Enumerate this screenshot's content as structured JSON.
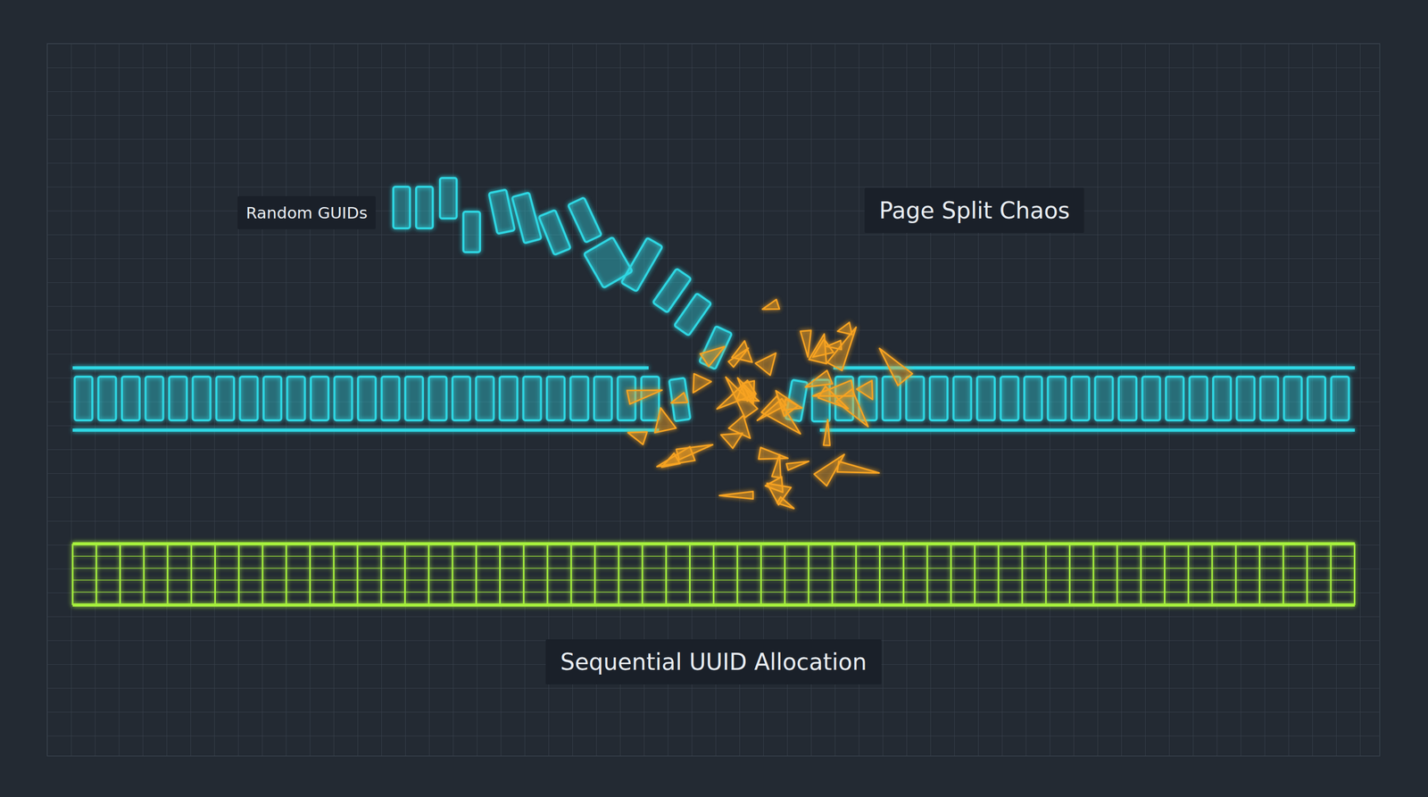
{
  "diagram": {
    "labels": [
      "Random GUIDs",
      "Page Split Chaos",
      "Sequential UUID Allocation"
    ]
  }
}
